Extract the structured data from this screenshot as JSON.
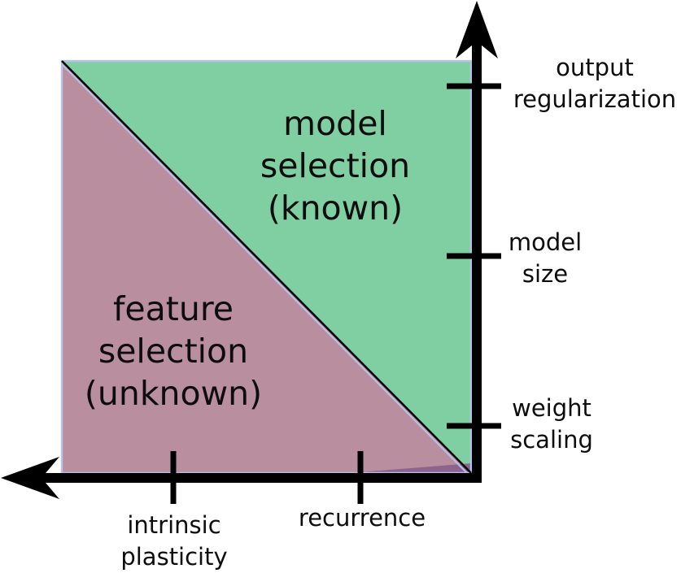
{
  "figure": {
    "title": "",
    "regions": {
      "model_selection": {
        "label": "model\nselection\n(known)",
        "color": "#80cfa2"
      },
      "feature_selection": {
        "label": "feature\nselection\n(unknown)",
        "color": "#b98f9f"
      }
    },
    "y_axis": {
      "direction": "up",
      "tick_labels": [
        "output\nregularization",
        "model\nsize",
        "weight\nscaling"
      ]
    },
    "x_axis": {
      "direction": "left",
      "tick_labels": [
        "intrinsic\nplasticity",
        "recurrence"
      ]
    },
    "colors": {
      "axis": "#000000",
      "square_outline": "#b9c1e9",
      "diagonal": "#0a0a0a",
      "corner_artifact": "#8d6390",
      "text": "#0d0d0d"
    }
  }
}
